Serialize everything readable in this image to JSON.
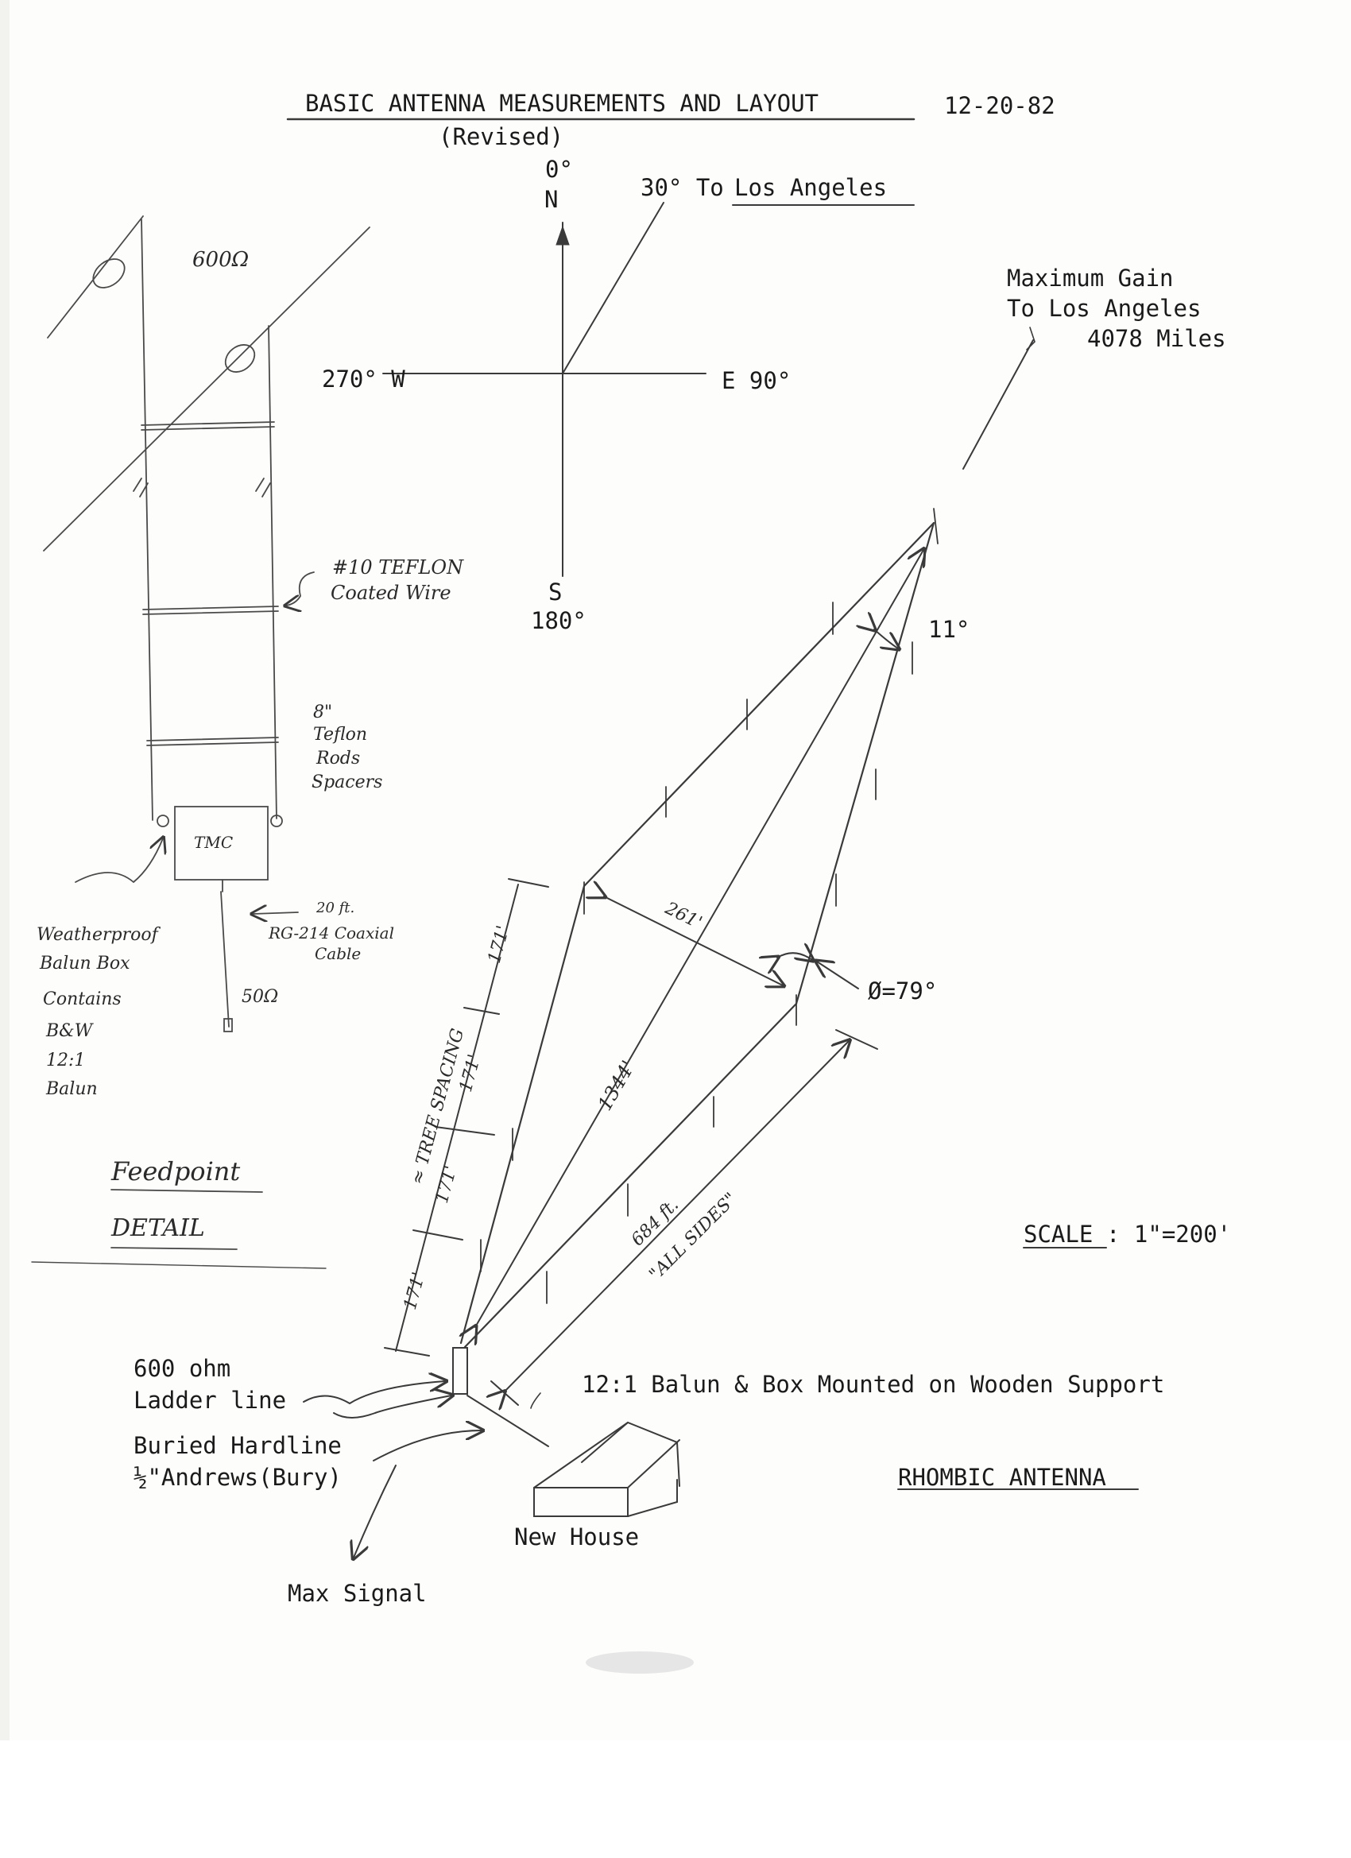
{
  "header": {
    "title": "BASIC ANTENNA MEASUREMENTS AND LAYOUT",
    "date": "12-20-82",
    "revised": "(Revised)"
  },
  "compass": {
    "north_deg": "0°",
    "north": "N",
    "to_la": "30° To",
    "la": "Los Angeles",
    "west": "270° W",
    "east": "E 90°",
    "south": "S",
    "south_deg": "180°"
  },
  "gain": {
    "line1": "Maximum Gain",
    "line2": "To Los Angeles",
    "line3": "4078 Miles"
  },
  "rhombic": {
    "angle_far": "11°",
    "angle_side": "Ø=79°",
    "short_diag": "261'",
    "long_diag": "1344'",
    "side_length": "684 ft.",
    "all_sides": "\"ALL SIDES\"",
    "tree_spacing": "≈ TREE SPACING",
    "seg1": "171'",
    "seg2": "171'",
    "seg3": "171'",
    "seg4": "171'",
    "scale_label": "SCALE",
    "scale_value": ": 1\"=200'",
    "name": "RHOMBIC ANTENNA"
  },
  "feed_labels": {
    "ladder_1": "600 ohm",
    "ladder_2": "Ladder line",
    "balun": "12:1 Balun & Box Mounted on Wooden Support",
    "hardline_1": "Buried Hardline",
    "hardline_2": "½\"Andrews(Bury)",
    "house": "New House",
    "max_signal": "Max Signal"
  },
  "detail": {
    "ohms": "600Ω",
    "wire_1": "#10 TEFLON",
    "wire_2": "Coated Wire",
    "rods_1": "8\"",
    "rods_2": "Teflon",
    "rods_3": "Rods",
    "rods_4": "Spacers",
    "box": "TMC",
    "coax_1": "20 ft.",
    "coax_2": "RG-214 Coaxial",
    "coax_3": "Cable",
    "fifty": "50Ω",
    "balun_1": "Weatherproof",
    "balun_2": "Balun Box",
    "balun_3": "Contains",
    "balun_4": "B&W",
    "balun_5": "12:1",
    "balun_6": "Balun",
    "title_1": "Feedpoint",
    "title_2": "DETAIL"
  }
}
